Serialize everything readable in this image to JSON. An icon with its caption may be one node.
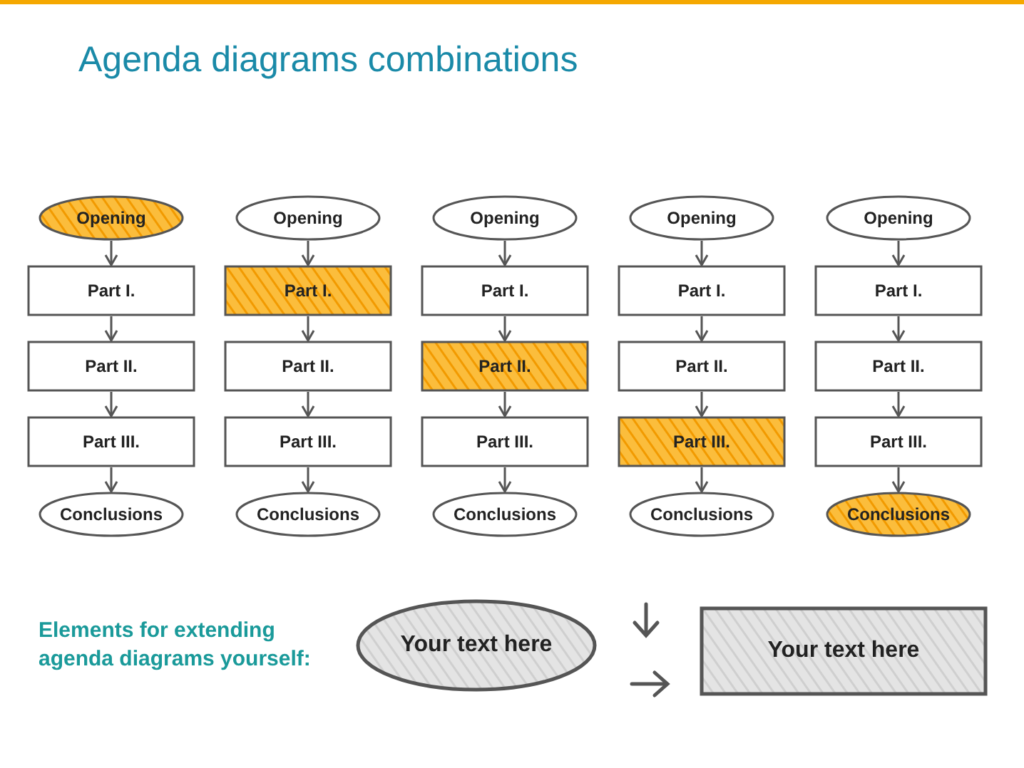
{
  "diagram": {
    "title": "Agenda diagrams combinations",
    "nodes": [
      {
        "text": [
          "Opening"
        ]
      },
      {
        "text": [
          "Part I."
        ]
      },
      {
        "text": [
          "Part II."
        ]
      },
      {
        "text": [
          "Part III."
        ]
      },
      {
        "text": [
          "Conclusions"
        ]
      },
      {
        "text": [
          "Opening"
        ]
      },
      {
        "text": [
          "Part I."
        ]
      },
      {
        "text": [
          "Part II."
        ]
      },
      {
        "text": [
          "Part III."
        ]
      },
      {
        "text": [
          "Conclusions"
        ]
      },
      {
        "text": [
          "Opening"
        ]
      },
      {
        "text": [
          "Part I."
        ]
      },
      {
        "text": [
          "Part II."
        ]
      },
      {
        "text": [
          "Part III."
        ]
      },
      {
        "text": [
          "Conclusions"
        ]
      },
      {
        "text": [
          "Opening"
        ]
      },
      {
        "text": [
          "Part I."
        ]
      },
      {
        "text": [
          "Part II."
        ]
      },
      {
        "text": [
          "Part III."
        ]
      },
      {
        "text": [
          "Conclusions"
        ]
      },
      {
        "text": [
          "Opening"
        ]
      },
      {
        "text": [
          "Part I."
        ]
      },
      {
        "text": [
          "Part II."
        ]
      },
      {
        "text": [
          "Part III."
        ]
      },
      {
        "text": [
          "Conclusions"
        ]
      },
      {
        "text": [
          "Your text here"
        ]
      },
      {
        "text": [
          "Your text here"
        ]
      }
    ],
    "edges": [
      {
        "from": 0,
        "to": 1,
        "arrow": "to"
      },
      {
        "from": 1,
        "to": 2,
        "arrow": "to"
      },
      {
        "from": 2,
        "to": 3,
        "arrow": "to"
      },
      {
        "from": 3,
        "to": 4,
        "arrow": "to"
      },
      {
        "from": 5,
        "to": 6,
        "arrow": "to"
      },
      {
        "from": 6,
        "to": 7,
        "arrow": "to"
      },
      {
        "from": 7,
        "to": 8,
        "arrow": "to"
      },
      {
        "from": 8,
        "to": 9,
        "arrow": "to"
      },
      {
        "from": 10,
        "to": 11,
        "arrow": "to"
      },
      {
        "from": 11,
        "to": 12,
        "arrow": "to"
      },
      {
        "from": 12,
        "to": 13,
        "arrow": "to"
      },
      {
        "from": 13,
        "to": 14,
        "arrow": "to"
      },
      {
        "from": 15,
        "to": 16,
        "arrow": "to"
      },
      {
        "from": 16,
        "to": 17,
        "arrow": "to"
      },
      {
        "from": 17,
        "to": 18,
        "arrow": "to"
      },
      {
        "from": 18,
        "to": 19,
        "arrow": "to"
      },
      {
        "from": 20,
        "to": 21,
        "arrow": "to"
      },
      {
        "from": 21,
        "to": 22,
        "arrow": "to"
      },
      {
        "from": 22,
        "to": 23,
        "arrow": "to"
      },
      {
        "from": 23,
        "to": 24,
        "arrow": "to"
      }
    ],
    "labels": [
      "Elements for extending agenda diagrams yourself:"
    ]
  }
}
